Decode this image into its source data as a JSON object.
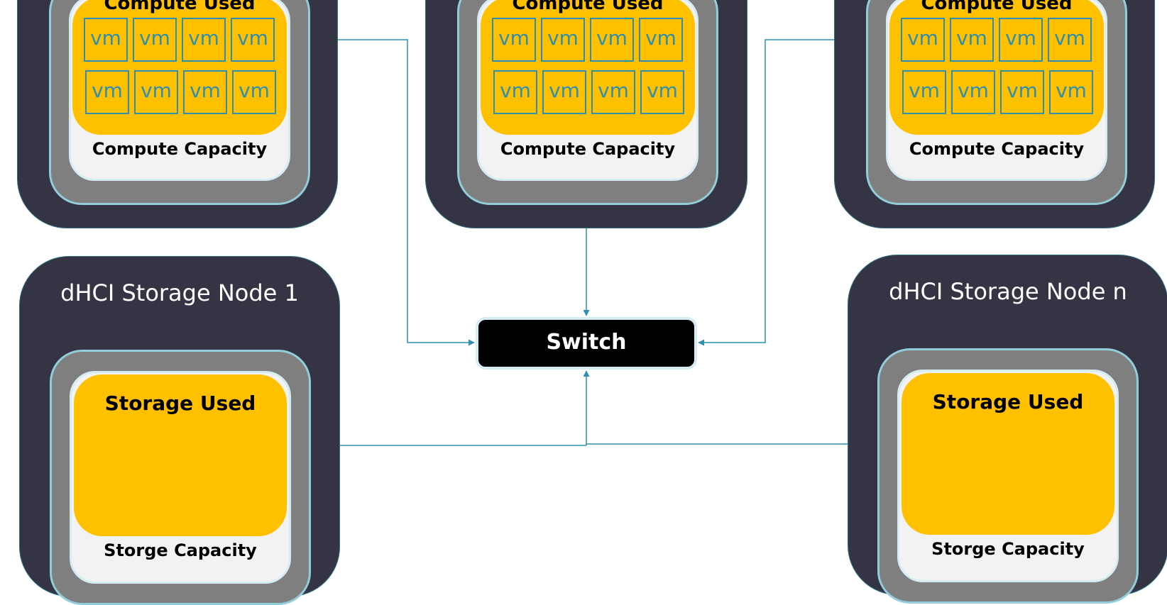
{
  "compute_nodes": [
    {
      "used_label": "Compute Used",
      "capacity_label": "Compute Capacity",
      "vms": [
        "vm",
        "vm",
        "vm",
        "vm",
        "vm",
        "vm",
        "vm",
        "vm"
      ]
    },
    {
      "used_label": "Compute Used",
      "capacity_label": "Compute Capacity",
      "vms": [
        "vm",
        "vm",
        "vm",
        "vm",
        "vm",
        "vm",
        "vm",
        "vm"
      ]
    },
    {
      "used_label": "Compute Used",
      "capacity_label": "Compute Capacity",
      "vms": [
        "vm",
        "vm",
        "vm",
        "vm",
        "vm",
        "vm",
        "vm",
        "vm"
      ]
    }
  ],
  "storage_nodes": [
    {
      "title": "dHCI Storage Node 1",
      "used_label": "Storage Used",
      "capacity_label": "Storge Capacity"
    },
    {
      "title": "dHCI Storage Node n",
      "used_label": "Storage Used",
      "capacity_label": "Storge Capacity"
    }
  ],
  "switch": {
    "label": "Switch"
  },
  "colors": {
    "node_bg": "#353444",
    "capacity_ring": "#7f7f7f",
    "capacity_inner": "#f2f2f2",
    "used": "#ffc000",
    "vm_border": "#2f8fb0",
    "connector": "#2f8fb0",
    "switch_bg": "#000000"
  }
}
